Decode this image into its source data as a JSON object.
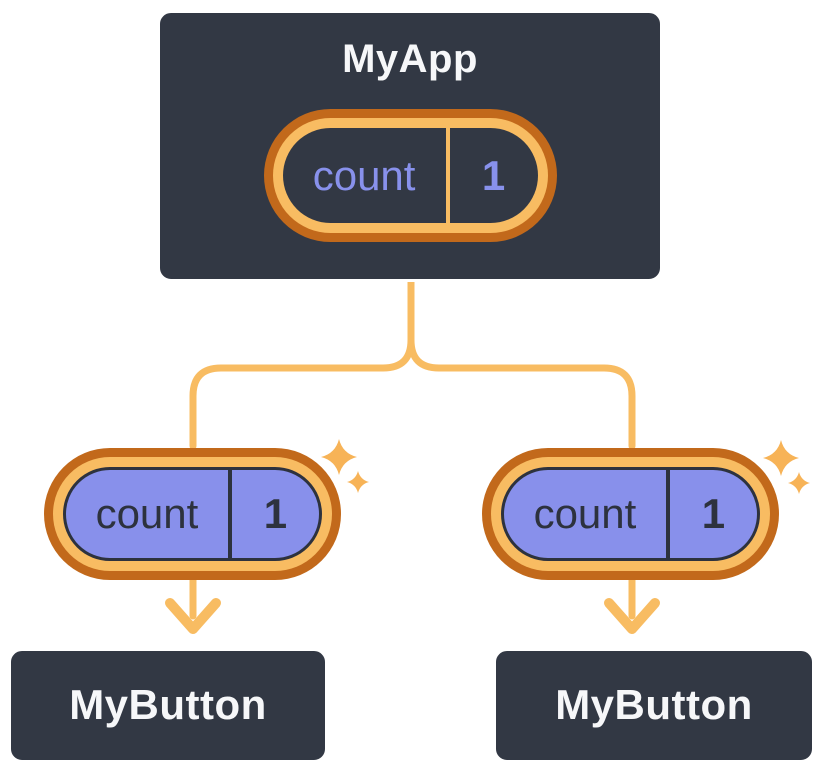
{
  "colors": {
    "background": "#ffffff",
    "node_fill": "#323844",
    "node_border": "#ffffff",
    "node_title": "#f6f7f9",
    "ring_outer": "#c2691b",
    "ring_inner": "#f8bc62",
    "state_text": "#8891ec",
    "prop_fill": "#8890eb",
    "prop_text": "#2d323e",
    "prop_outline": "#2d323e",
    "connector": "#f8bc62",
    "sparkle": "#f7b357"
  },
  "diagram": {
    "root": {
      "title": "MyApp",
      "state": {
        "name": "count",
        "value": "1"
      }
    },
    "children": [
      {
        "title": "MyButton",
        "prop": {
          "name": "count",
          "value": "1"
        }
      },
      {
        "title": "MyButton",
        "prop": {
          "name": "count",
          "value": "1"
        }
      }
    ]
  }
}
